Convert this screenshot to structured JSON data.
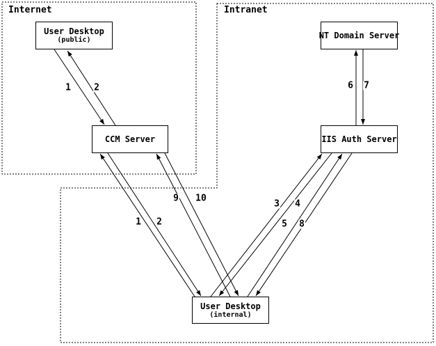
{
  "diagram": {
    "regions": {
      "internet": {
        "label": "Internet"
      },
      "intranet": {
        "label": "Intranet"
      }
    },
    "nodes": {
      "public_desktop": {
        "title": "User Desktop",
        "subtitle": "(public)"
      },
      "ccm": {
        "title": "CCM Server"
      },
      "nt_domain": {
        "title": "NT Domain Server"
      },
      "iis_auth": {
        "title": "IIS Auth Server"
      },
      "internal_desktop": {
        "title": "User Desktop",
        "subtitle": "(internal)"
      }
    },
    "connections": [
      {
        "label": "1",
        "from": "user-desktop-public",
        "to": "ccm-server"
      },
      {
        "label": "2",
        "from": "ccm-server",
        "to": "user-desktop-public"
      },
      {
        "label": "1",
        "from": "user-desktop-internal",
        "to": "ccm-server"
      },
      {
        "label": "2",
        "from": "ccm-server",
        "to": "user-desktop-internal"
      },
      {
        "label": "9",
        "from": "user-desktop-internal",
        "to": "ccm-server"
      },
      {
        "label": "10",
        "from": "ccm-server",
        "to": "user-desktop-internal"
      },
      {
        "label": "3",
        "from": "user-desktop-internal",
        "to": "iis-auth-server"
      },
      {
        "label": "4",
        "from": "iis-auth-server",
        "to": "user-desktop-internal"
      },
      {
        "label": "5",
        "from": "user-desktop-internal",
        "to": "iis-auth-server"
      },
      {
        "label": "8",
        "from": "iis-auth-server",
        "to": "user-desktop-internal"
      },
      {
        "label": "6",
        "from": "iis-auth-server",
        "to": "nt-domain-server"
      },
      {
        "label": "7",
        "from": "nt-domain-server",
        "to": "iis-auth-server"
      }
    ]
  },
  "colors": {
    "ink": "#000000",
    "background": "#ffffff"
  }
}
